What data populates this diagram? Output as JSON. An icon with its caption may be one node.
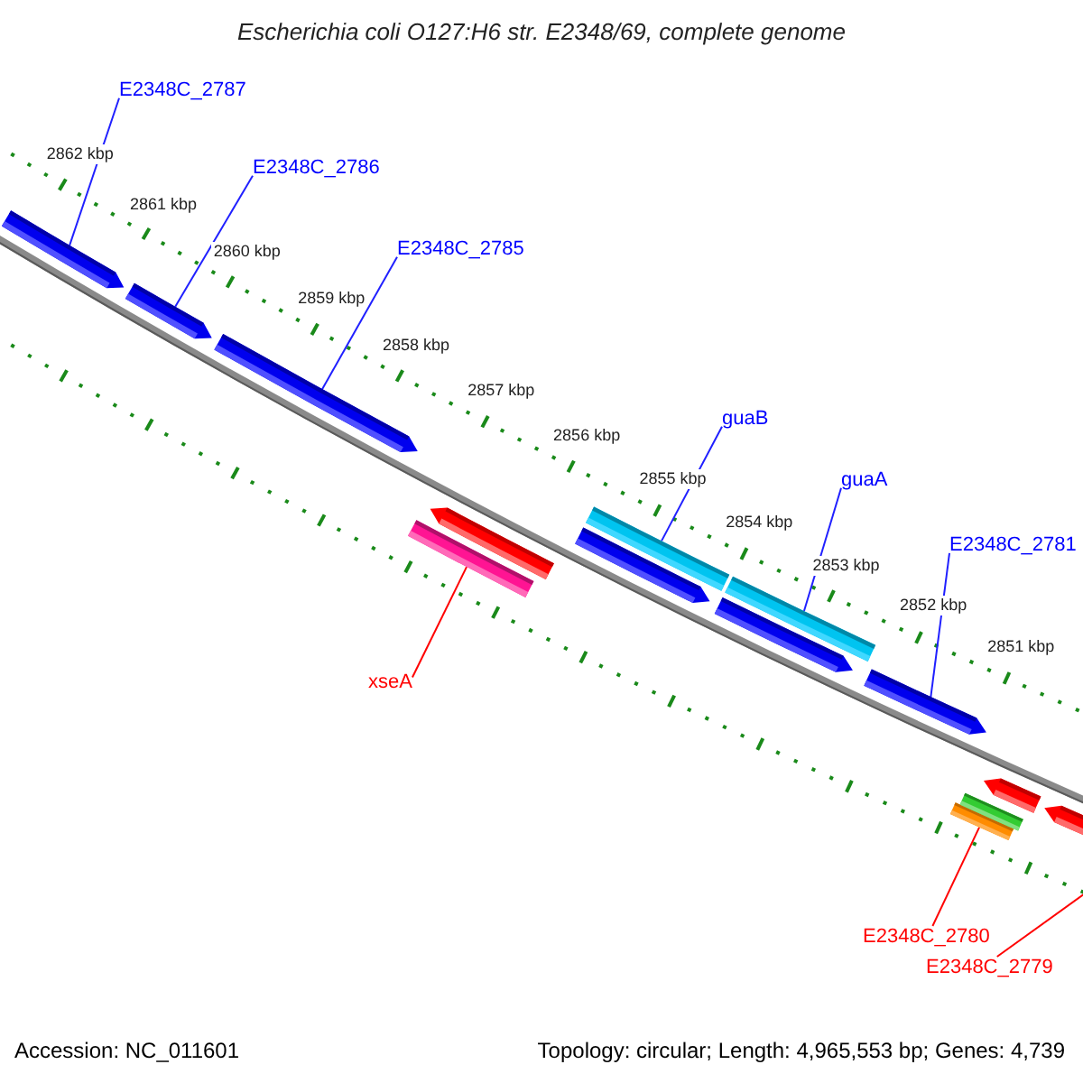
{
  "diagram": {
    "title": "Escherichia coli O127:H6 str. E2348/69, complete genome",
    "nodes": [
      {
        "text": [
          "E2348C_2787"
        ]
      },
      {
        "text": [
          "E2348C_2786"
        ]
      },
      {
        "text": [
          "E2348C_2785"
        ]
      },
      {
        "text": [
          "guaB"
        ]
      },
      {
        "text": [
          "guaA"
        ]
      },
      {
        "text": [
          "E2348C_2781"
        ]
      },
      {
        "text": [
          "xseA"
        ]
      },
      {
        "text": [
          "E2348C_2780"
        ]
      },
      {
        "text": [
          "E2348C_2779"
        ]
      },
      {
        "text": [],
        "shape": "bar"
      },
      {
        "text": [],
        "shape": "bar"
      },
      {
        "text": [],
        "shape": "bar"
      },
      {
        "text": [],
        "shape": "bar"
      },
      {
        "text": [],
        "shape": "bar"
      },
      {
        "text": [],
        "shape": "bar"
      },
      {
        "text": [],
        "shape": "bar"
      },
      {
        "text": [],
        "shape": "bar"
      },
      {
        "text": [],
        "shape": "bar"
      },
      {
        "text": [],
        "shape": "bar"
      },
      {
        "text": [],
        "shape": "bar"
      },
      {
        "text": [],
        "shape": "bar"
      },
      {
        "text": [],
        "shape": "bar"
      },
      {
        "text": [],
        "shape": "bar"
      }
    ],
    "edges": [
      {
        "from": 0,
        "to": 9,
        "arrow": "none"
      },
      {
        "from": 1,
        "to": 10,
        "arrow": "none"
      },
      {
        "from": 2,
        "to": 11,
        "arrow": "none"
      },
      {
        "from": 3,
        "to": 15,
        "arrow": "none"
      },
      {
        "from": 4,
        "to": 17,
        "arrow": "none"
      },
      {
        "from": 5,
        "to": 18,
        "arrow": "none"
      },
      {
        "from": 6,
        "to": 13,
        "arrow": "none",
        "color": "#ff0000"
      },
      {
        "from": 7,
        "to": 19,
        "arrow": "none",
        "color": "#ff0000"
      },
      {
        "from": 8,
        "to": 22,
        "arrow": "none",
        "color": "#ff0000"
      }
    ],
    "labels": [
      "2862 kbp",
      "2861 kbp",
      "2860 kbp",
      "2859 kbp",
      "2858 kbp",
      "2857 kbp",
      "2856 kbp",
      "2855 kbp",
      "2854 kbp",
      "2853 kbp",
      "2852 kbp",
      "2851 kbp",
      "Accession: NC_011601",
      "Topology: circular; Length: 4,965,553 bp; Genes: 4,739"
    ]
  }
}
